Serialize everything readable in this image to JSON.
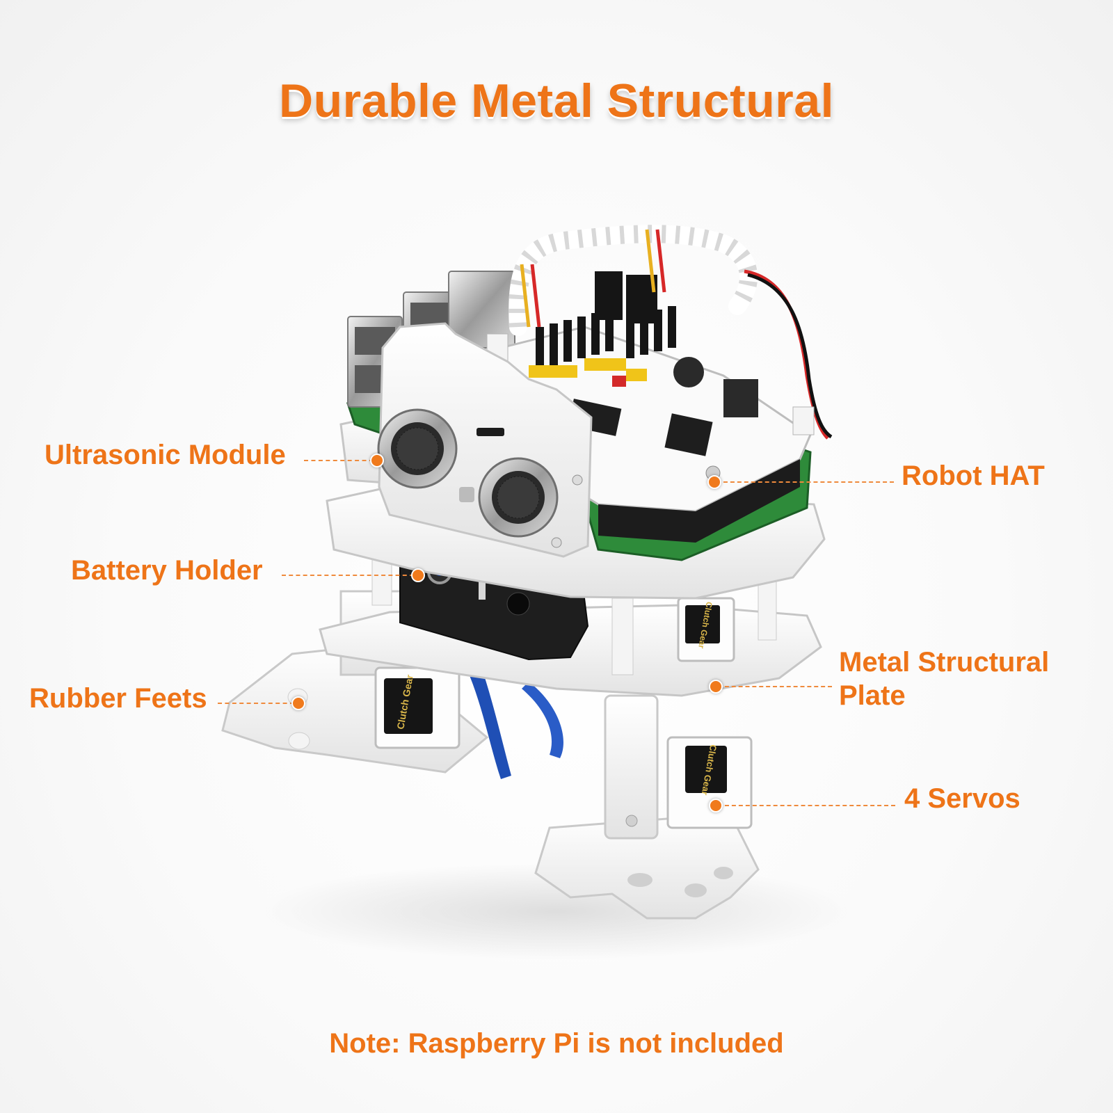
{
  "title": "Durable Metal Structural",
  "note": "Note: Raspberry Pi is not included",
  "callouts": {
    "ultrasonic": "Ultrasonic Module",
    "battery": "Battery Holder",
    "feet": "Rubber Feets",
    "hat": "Robot HAT",
    "plate_line1": "Metal Structural",
    "plate_line2": "Plate",
    "servos": "4 Servos"
  },
  "brand_labels": {
    "servo_sticker_1": "Clutch Gear",
    "servo_sticker_2": "Clutch Gear",
    "servo_sticker_3": "Clutch Gear"
  },
  "colors": {
    "accent": "#ee7418",
    "leader": "#ef8a3c",
    "acrylic": "#ffffff",
    "pcb": "#2e8b3a",
    "ribbon": "#1f4fb5"
  },
  "icons": [
    "robot-illustration",
    "callout-dot"
  ]
}
